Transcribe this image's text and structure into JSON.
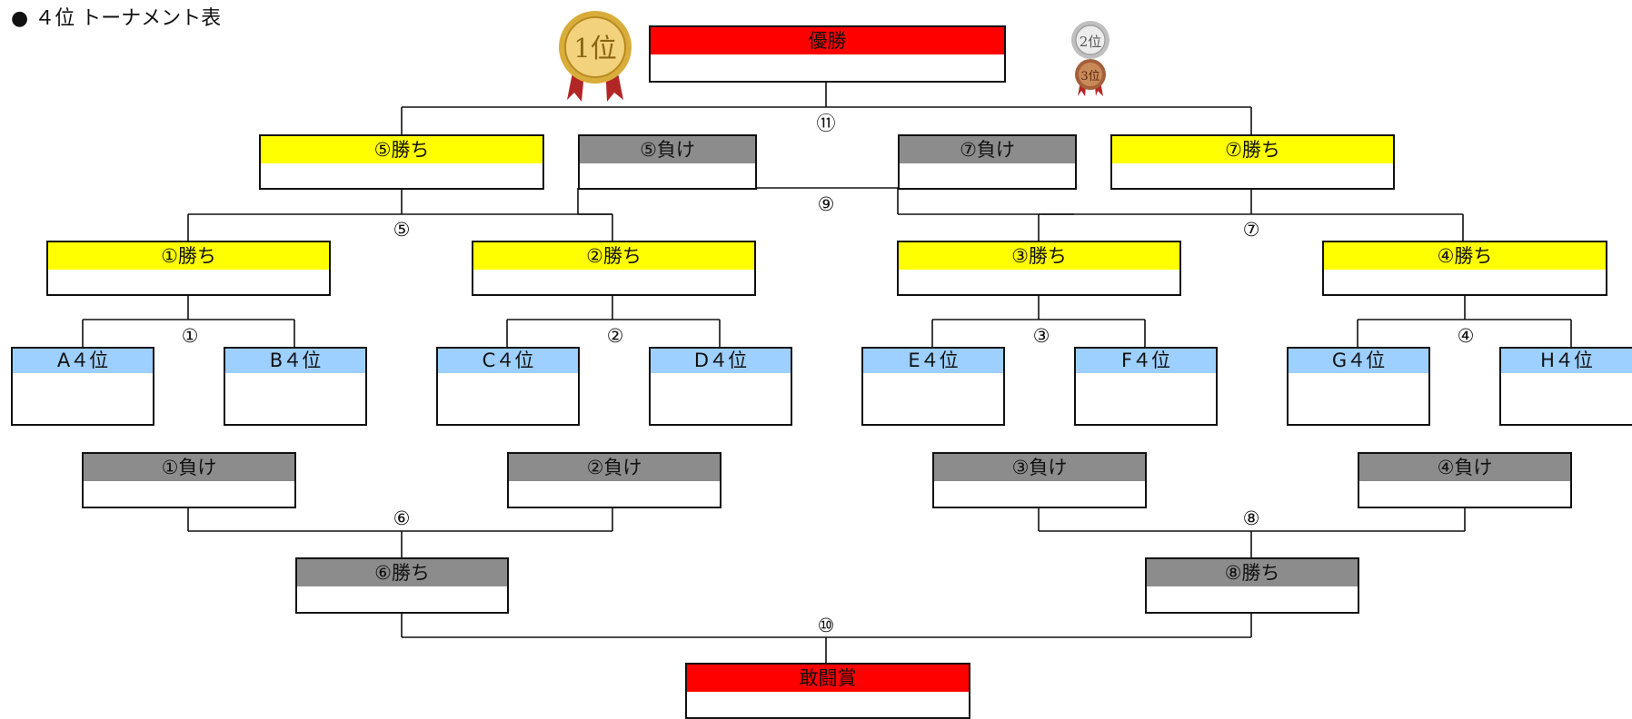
{
  "title": "● ４位 トーナメント表",
  "colors": {
    "red": "#ff0000",
    "yellow": "#ffff00",
    "gray": "#8c8c8c",
    "blue": "#9dcfff",
    "gold": "#d4a62a",
    "silver": "#c8c8c8",
    "bronze": "#a0522d"
  },
  "medals": {
    "first": "1位",
    "second": "2位",
    "third": "3位"
  },
  "boxes": {
    "champion": "優勝",
    "w5": "⑤勝ち",
    "l5": "⑤負け",
    "l7": "⑦負け",
    "w7": "⑦勝ち",
    "w1": "①勝ち",
    "w2": "②勝ち",
    "w3": "③勝ち",
    "w4": "④勝ち",
    "a4": "A４位",
    "b4": "B４位",
    "c4": "C４位",
    "d4": "D４位",
    "e4": "E４位",
    "f4": "F４位",
    "g4": "G４位",
    "h4": "H４位",
    "l1": "①負け",
    "l2": "②負け",
    "l3": "③負け",
    "l4": "④負け",
    "w6": "⑥勝ち",
    "w8": "⑧勝ち",
    "fighting": "敢闘賞"
  },
  "matches": {
    "m1": "①",
    "m2": "②",
    "m3": "③",
    "m4": "④",
    "m5": "⑤",
    "m6": "⑥",
    "m7": "⑦",
    "m8": "⑧",
    "m9": "⑨",
    "m10": "⑩",
    "m11": "⑪"
  }
}
